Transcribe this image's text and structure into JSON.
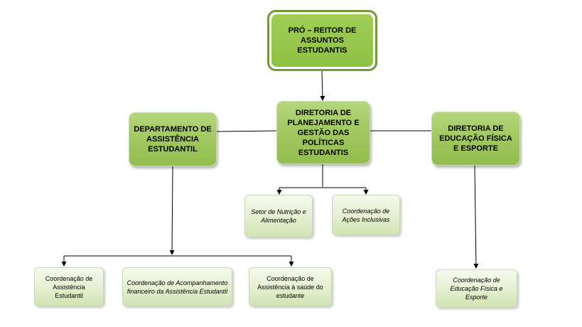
{
  "org_chart": {
    "top": {
      "label": "PRÓ – REITOR DE ASSUNTOS ESTUDANTIS"
    },
    "departamento": {
      "label": "DEPARTAMENTO DE ASSISTÊNCIA ESTUDANTIL"
    },
    "diretoria_planejamento": {
      "label": "DIRETORIA DE PLANEJAMENTO E GESTÃO DAS POLÍTICAS ESTUDANTIS"
    },
    "diretoria_educacao": {
      "label": "DIRETORIA DE EDUCAÇÃO FÍSICA E ESPORTE"
    },
    "setor_nutricao": {
      "label": "Setor de Nutrição e Alimentação"
    },
    "coord_acoes": {
      "label": "Coordenação de Ações Inclusivas"
    },
    "coord_assistencia": {
      "label": "Coordenação de Assistência Estudantil"
    },
    "coord_acompanhamento": {
      "label": "Coordenação de Acompanhamento financeiro da Assistência Estudantil"
    },
    "coord_saude": {
      "label": "Coordenação de Assistência à saúde do estudante"
    },
    "coord_educacao": {
      "label": "Coordenação de Educação Física e Esporte"
    }
  },
  "colors": {
    "top_border": "#6e9a37",
    "top_fill": "#8ec143",
    "level1_fill": "#9fc65d",
    "level2_fill": "#e3efcf",
    "line": "#000000"
  }
}
